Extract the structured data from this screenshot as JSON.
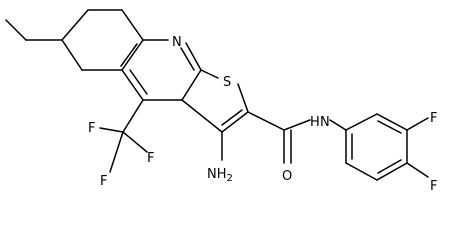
{
  "molecule": {
    "atoms": {
      "nitrogen_ring": "N",
      "sulfur": "S",
      "amino": "NH",
      "amino_sub": "2",
      "amide_nh": "H",
      "amide_n": "N",
      "carbonyl_o": "O",
      "fluorine_1": "F",
      "fluorine_2": "F",
      "cf3_f1": "F",
      "cf3_f2": "F",
      "cf3_f3": "F"
    }
  }
}
